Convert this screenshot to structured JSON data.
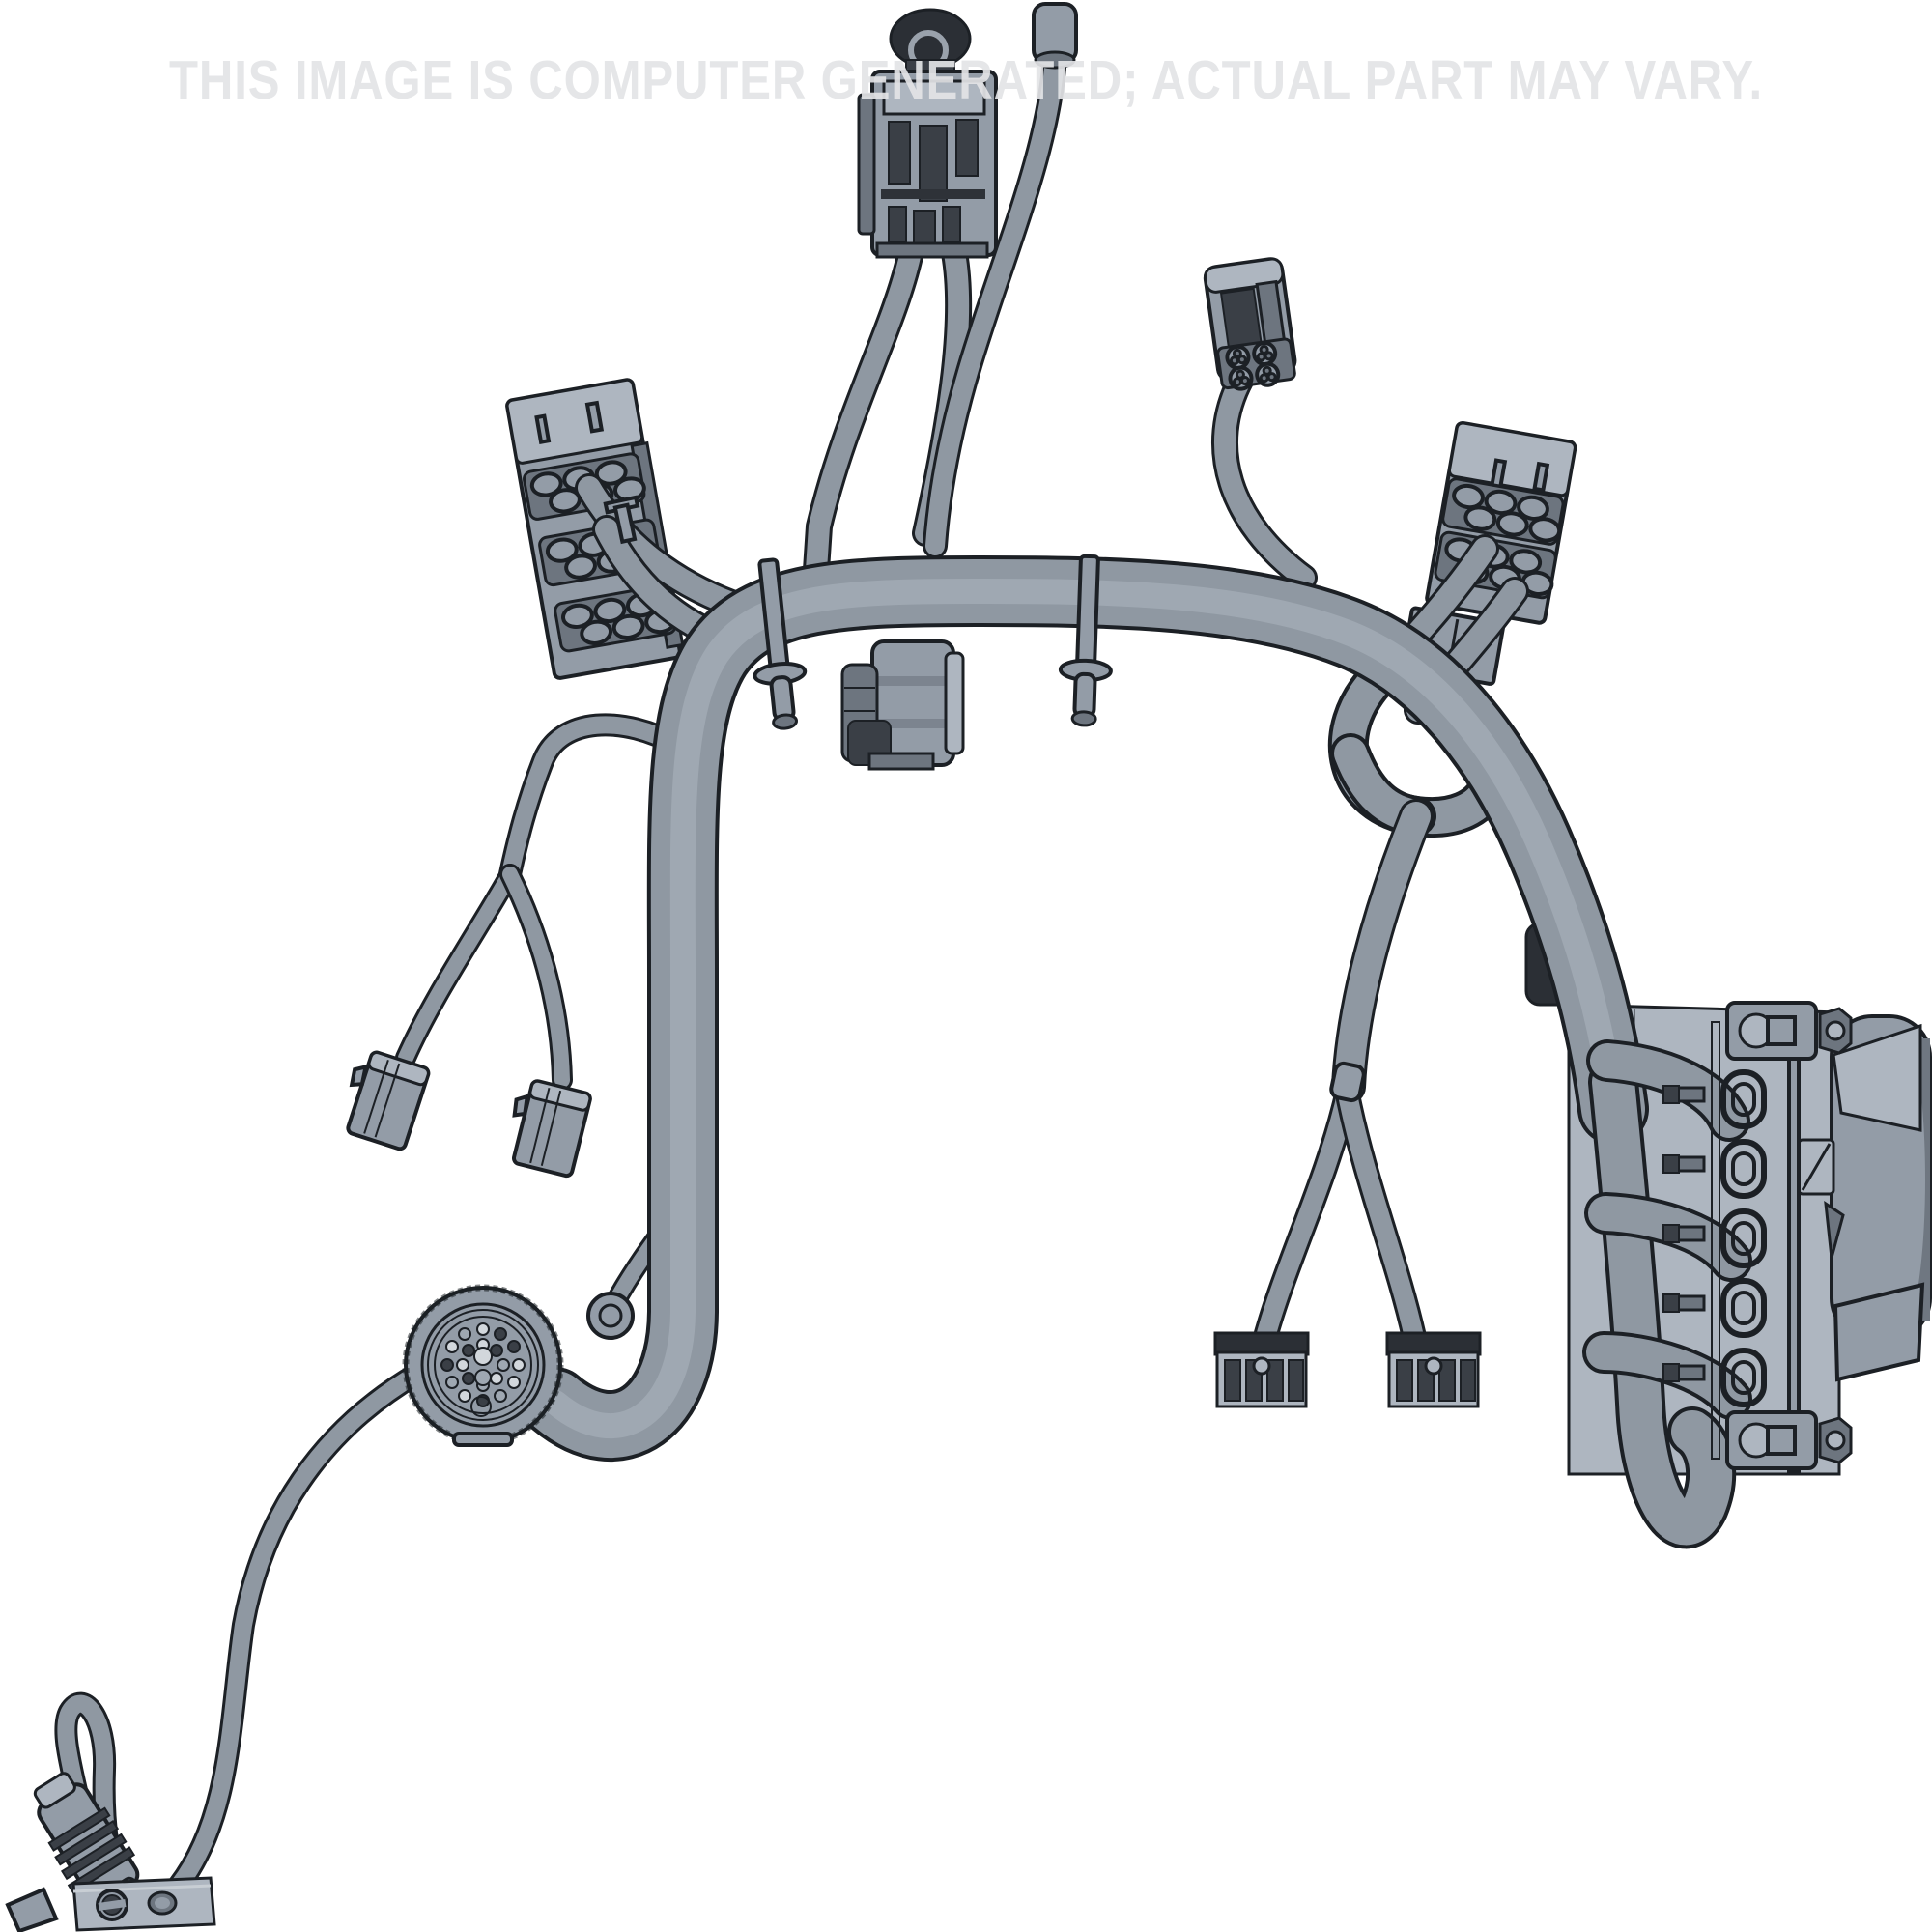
{
  "watermark": {
    "text": "THIS IMAGE IS COMPUTER GENERATED; ACTUAL PART MAY VARY."
  },
  "palette": {
    "background": "#ffffff",
    "cable": "#8f98a2",
    "cable_highlight": "#b4bcc5",
    "cable_shadow": "#6f7781",
    "outline": "#1c2025",
    "part": "#939ca7",
    "part_light": "#aeb6c0",
    "part_dark": "#6d757f",
    "slot": "#3a3f46",
    "dark_part": "#2b2f35",
    "watermark": "#e3e4e6"
  },
  "components": [
    "main-trunk-cable",
    "top-center-connector",
    "top-boot-lead",
    "upper-right-connector",
    "left-terminal-block-connector",
    "right-terminal-block-connector",
    "right-terminal-block-secondary",
    "inline-cylindrical-connector",
    "harness-band-clip-left",
    "harness-band-clip-right",
    "mini-harness-clip",
    "branch-connector-small-left",
    "branch-connector-small-right",
    "four-slot-connector-left",
    "four-slot-connector-right",
    "round-multipin-connector",
    "ring-terminal",
    "tail-cable-loop",
    "rubber-boot-connector",
    "mounting-bracket-plate",
    "control-module-assembly"
  ]
}
